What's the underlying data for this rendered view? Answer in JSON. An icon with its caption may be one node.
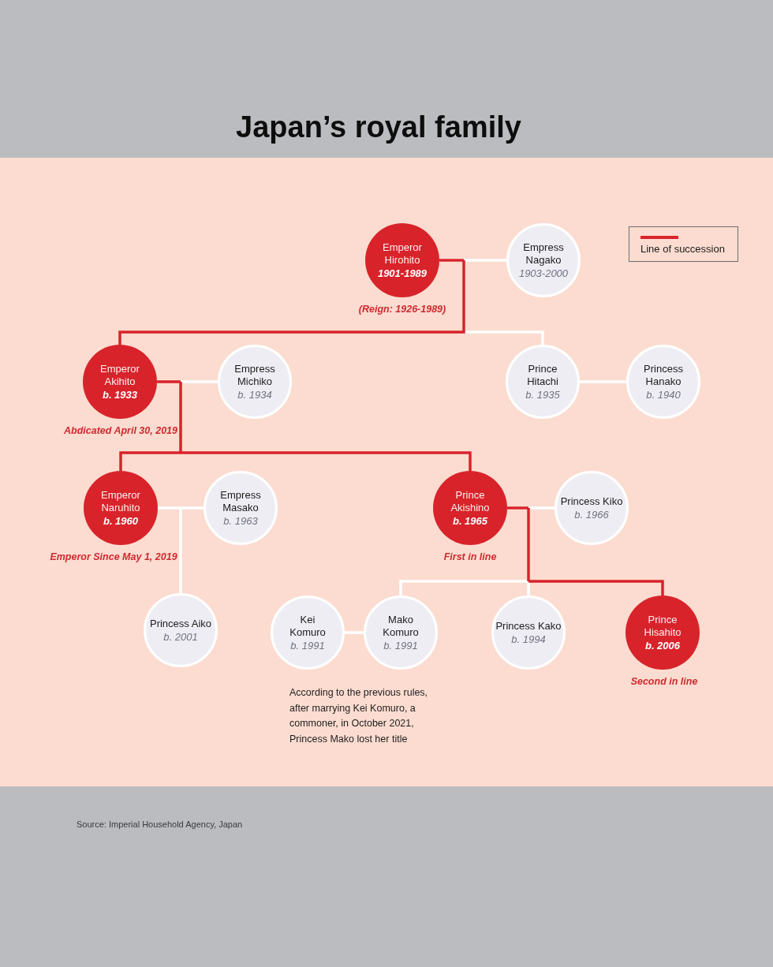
{
  "diagram": {
    "title": "Japan’s royal family",
    "nodes": [
      {
        "text": [
          "Emperor Hirohito",
          "1901-1989"
        ],
        "beside": [
          "(Reign: 1926-1989)"
        ]
      },
      {
        "text": [
          "Empress Nagako",
          "1903-2000"
        ]
      },
      {
        "text": [
          "Emperor Akihito",
          "b. 1933"
        ],
        "beside": [
          "Abdicated April 30, 2019"
        ]
      },
      {
        "text": [
          "Empress Michiko",
          "b. 1934"
        ]
      },
      {
        "text": [
          "Prince Hitachi",
          "b. 1935"
        ]
      },
      {
        "text": [
          "Princess Hanako",
          "b. 1940"
        ]
      },
      {
        "text": [
          "Emperor Naruhito",
          "b. 1960"
        ],
        "beside": [
          "Emperor Since May 1, 2019"
        ]
      },
      {
        "text": [
          "Empress Masako",
          "b. 1963"
        ]
      },
      {
        "text": [
          "Prince Akishino",
          "b. 1965"
        ],
        "beside": [
          "First in line"
        ]
      },
      {
        "text": [
          "Princess Kiko",
          "b. 1966"
        ]
      },
      {
        "text": [
          "Princess Aiko",
          "b. 2001"
        ]
      },
      {
        "text": [
          "Kei Komuro",
          "b. 1991"
        ]
      },
      {
        "text": [
          "Mako Komuro",
          "b. 1991"
        ]
      },
      {
        "text": [
          "Princess Kako",
          "b. 1994"
        ]
      },
      {
        "text": [
          "Prince Hisahito",
          "b. 2006"
        ],
        "beside": [
          "Second in line"
        ]
      }
    ],
    "edges": [
      {
        "from": 0,
        "to": 1,
        "arrow": "none",
        "color": "#ffffff"
      },
      {
        "from": 0,
        "to": 2,
        "arrow": "none",
        "color": "#d8232b"
      },
      {
        "from": 0,
        "to": 4,
        "arrow": "none",
        "color": "#ffffff"
      },
      {
        "from": 2,
        "to": 3,
        "arrow": "none",
        "color": "#ffffff"
      },
      {
        "from": 4,
        "to": 5,
        "arrow": "none",
        "color": "#ffffff"
      },
      {
        "from": 2,
        "to": 6,
        "arrow": "none",
        "color": "#d8232b"
      },
      {
        "from": 2,
        "to": 8,
        "arrow": "none",
        "color": "#d8232b"
      },
      {
        "from": 6,
        "to": 7,
        "arrow": "none",
        "color": "#ffffff"
      },
      {
        "from": 8,
        "to": 9,
        "arrow": "none",
        "color": "#ffffff"
      },
      {
        "from": 6,
        "to": 10,
        "arrow": "none",
        "color": "#ffffff"
      },
      {
        "from": 8,
        "to": 12,
        "arrow": "none",
        "color": "#ffffff"
      },
      {
        "from": 8,
        "to": 13,
        "arrow": "none",
        "color": "#ffffff"
      },
      {
        "from": 8,
        "to": 14,
        "arrow": "none",
        "color": "#d8232b"
      },
      {
        "from": 11,
        "to": 12,
        "arrow": "none",
        "color": "#ffffff"
      }
    ],
    "labels": [
      "According to the previous rules, after marrying Kei Komuro, a commoner, in October 2021, Princess Mako lost her title",
      "Source: Imperial Household Agency, Japan"
    ],
    "legend": [
      {
        "text": "Line of succession"
      }
    ]
  }
}
